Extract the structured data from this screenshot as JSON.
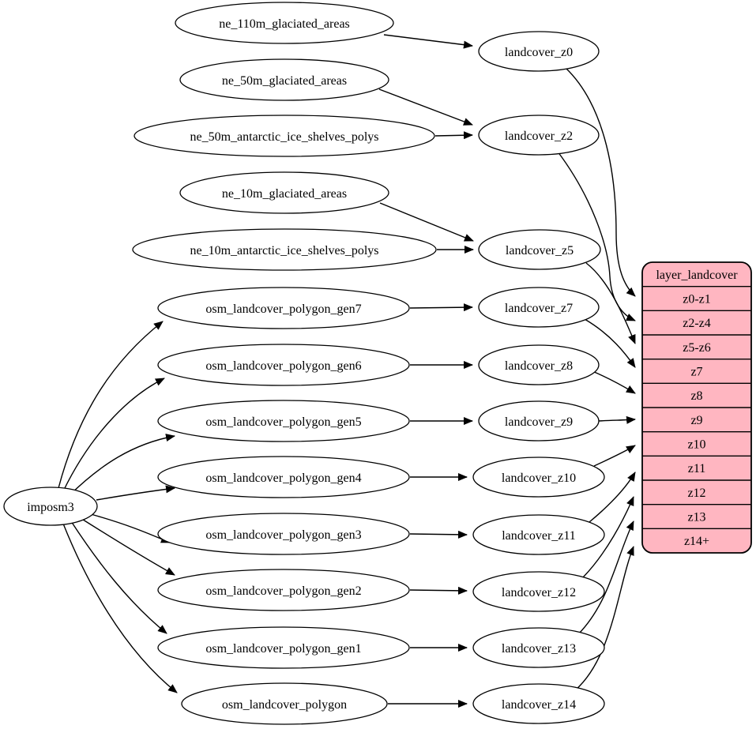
{
  "diagram": {
    "kind": "etl-flow-graph",
    "colors": {
      "background": "#ffffff",
      "stroke": "#000000",
      "node_fill": "#ffffff",
      "table_fill": "#ffb6c1",
      "text": "#000000"
    },
    "nodes": {
      "importer": "imposm3",
      "sources": [
        "ne_110m_glaciated_areas",
        "ne_50m_glaciated_areas",
        "ne_50m_antarctic_ice_shelves_polys",
        "ne_10m_glaciated_areas",
        "ne_10m_antarctic_ice_shelves_polys",
        "osm_landcover_polygon_gen7",
        "osm_landcover_polygon_gen6",
        "osm_landcover_polygon_gen5",
        "osm_landcover_polygon_gen4",
        "osm_landcover_polygon_gen3",
        "osm_landcover_polygon_gen2",
        "osm_landcover_polygon_gen1",
        "osm_landcover_polygon"
      ],
      "transforms": [
        "landcover_z0",
        "landcover_z2",
        "landcover_z5",
        "landcover_z7",
        "landcover_z8",
        "landcover_z9",
        "landcover_z10",
        "landcover_z11",
        "landcover_z12",
        "landcover_z13",
        "landcover_z14"
      ]
    },
    "table": {
      "title": "layer_landcover",
      "rows": [
        "z0-z1",
        "z2-z4",
        "z5-z6",
        "z7",
        "z8",
        "z9",
        "z10",
        "z11",
        "z12",
        "z13",
        "z14+"
      ]
    },
    "edges": [
      {
        "from": "ne_110m_glaciated_areas",
        "to": "landcover_z0"
      },
      {
        "from": "ne_50m_glaciated_areas",
        "to": "landcover_z2"
      },
      {
        "from": "ne_50m_antarctic_ice_shelves_polys",
        "to": "landcover_z2"
      },
      {
        "from": "ne_10m_glaciated_areas",
        "to": "landcover_z5"
      },
      {
        "from": "ne_10m_antarctic_ice_shelves_polys",
        "to": "landcover_z5"
      },
      {
        "from": "imposm3",
        "to": "osm_landcover_polygon_gen7"
      },
      {
        "from": "imposm3",
        "to": "osm_landcover_polygon_gen6"
      },
      {
        "from": "imposm3",
        "to": "osm_landcover_polygon_gen5"
      },
      {
        "from": "imposm3",
        "to": "osm_landcover_polygon_gen4"
      },
      {
        "from": "imposm3",
        "to": "osm_landcover_polygon_gen3"
      },
      {
        "from": "imposm3",
        "to": "osm_landcover_polygon_gen2"
      },
      {
        "from": "imposm3",
        "to": "osm_landcover_polygon_gen1"
      },
      {
        "from": "imposm3",
        "to": "osm_landcover_polygon"
      },
      {
        "from": "osm_landcover_polygon_gen7",
        "to": "landcover_z7"
      },
      {
        "from": "osm_landcover_polygon_gen6",
        "to": "landcover_z8"
      },
      {
        "from": "osm_landcover_polygon_gen5",
        "to": "landcover_z9"
      },
      {
        "from": "osm_landcover_polygon_gen4",
        "to": "landcover_z10"
      },
      {
        "from": "osm_landcover_polygon_gen3",
        "to": "landcover_z11"
      },
      {
        "from": "osm_landcover_polygon_gen2",
        "to": "landcover_z12"
      },
      {
        "from": "osm_landcover_polygon_gen1",
        "to": "landcover_z13"
      },
      {
        "from": "osm_landcover_polygon",
        "to": "landcover_z14"
      },
      {
        "from": "landcover_z0",
        "to": "layer_landcover:z0-z1"
      },
      {
        "from": "landcover_z2",
        "to": "layer_landcover:z2-z4"
      },
      {
        "from": "landcover_z5",
        "to": "layer_landcover:z5-z6"
      },
      {
        "from": "landcover_z7",
        "to": "layer_landcover:z7"
      },
      {
        "from": "landcover_z8",
        "to": "layer_landcover:z8"
      },
      {
        "from": "landcover_z9",
        "to": "layer_landcover:z9"
      },
      {
        "from": "landcover_z10",
        "to": "layer_landcover:z10"
      },
      {
        "from": "landcover_z11",
        "to": "layer_landcover:z11"
      },
      {
        "from": "landcover_z12",
        "to": "layer_landcover:z12"
      },
      {
        "from": "landcover_z13",
        "to": "layer_landcover:z13"
      },
      {
        "from": "landcover_z14",
        "to": "layer_landcover:z14+"
      }
    ]
  }
}
